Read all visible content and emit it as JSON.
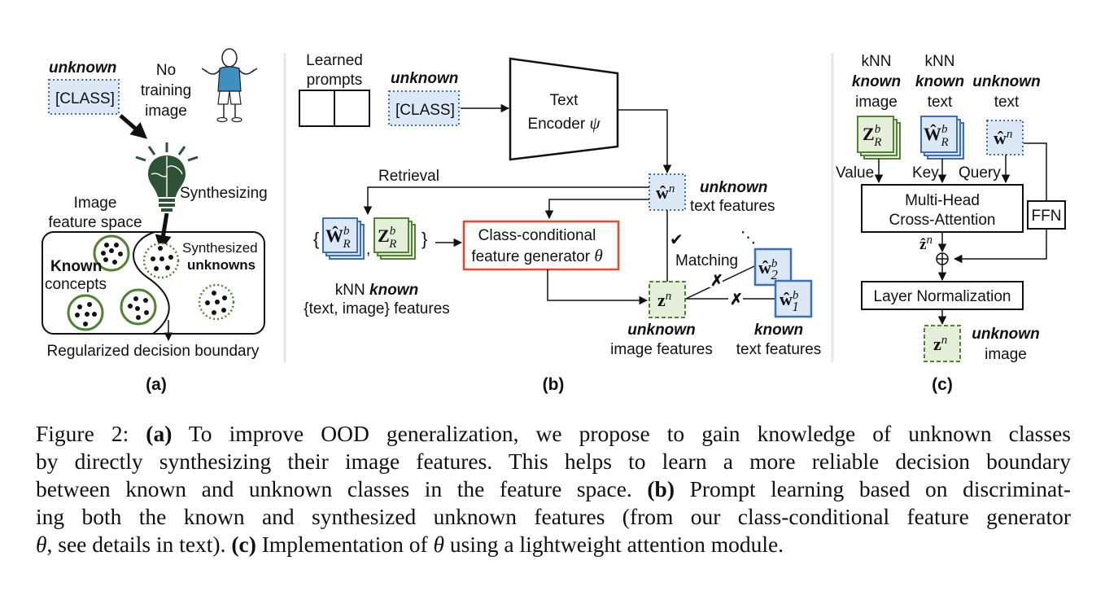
{
  "colors": {
    "blue_fill": "#dce8f6",
    "blue_stroke": "#3b6fb6",
    "green_fill": "#e4efda",
    "green_stroke": "#538135",
    "red_stroke": "#e8472a",
    "bulb_green": "#2e5236",
    "separator": "#e6e6e6"
  },
  "panel_a": {
    "unknown_label": "unknown",
    "class_token": "[CLASS]",
    "no_training_image": [
      "No",
      "training",
      "image"
    ],
    "synthesizing": "Synthesizing",
    "image_feature_space": [
      "Image",
      "feature space"
    ],
    "known_bold": "Known",
    "concepts": "concepts",
    "synthesized": "Synthesized",
    "unknowns_bold": "unknowns",
    "boundary_label": "Regularized decision boundary",
    "panel_label": "(a)"
  },
  "panel_b": {
    "learned_prompts": [
      "Learned",
      "prompts"
    ],
    "unknown_label": "unknown",
    "class_token": "[CLASS]",
    "text_encoder": [
      "Text",
      "Encoder"
    ],
    "text_encoder_symbol": "ψ",
    "retrieval": "Retrieval",
    "w_hat_n": "ŵ",
    "n_sup": "n",
    "unknown_text_feat": [
      "unknown",
      "text features"
    ],
    "brace_open": "{",
    "brace_close": "}",
    "comma": ",",
    "W_hat": "Ŵ",
    "Z": "Z",
    "b_sup": "b",
    "R_sub": "R",
    "knn_known": [
      "kNN",
      "known"
    ],
    "knn_known_sub": "{text, image} features",
    "generator": [
      "Class-conditional",
      "feature generator"
    ],
    "theta": "θ",
    "check": "✔",
    "matching": "Matching",
    "dots": "⋱",
    "cross": "✗",
    "z_n": "z",
    "w2": "ŵ",
    "w2_sub": "2",
    "w1": "ŵ",
    "w1_sub": "1",
    "unknown_img_feat": [
      "unknown",
      "image features"
    ],
    "known_text_feat": [
      "known",
      "text features"
    ],
    "panel_label": "(b)"
  },
  "panel_c": {
    "col1": [
      "kNN",
      "known",
      "image"
    ],
    "col2": [
      "kNN",
      "known",
      "text"
    ],
    "col3": [
      "unknown",
      "text"
    ],
    "Z": "Z",
    "W_hat": "Ŵ",
    "w_hat": "ŵ",
    "b_sup": "b",
    "R_sub": "R",
    "n_sup": "n",
    "value": "Value",
    "key": "Key",
    "query": "Query",
    "mhca": [
      "Multi-Head",
      "Cross-Attention"
    ],
    "ffn": "FFN",
    "z_hat": "ẑ",
    "layer_norm": "Layer Normalization",
    "z_n": "z",
    "unknown_image": [
      "unknown",
      "image"
    ],
    "panel_label": "(c)"
  },
  "caption": {
    "lines": [
      [
        {
          "t": "Figure 2: "
        },
        {
          "t": "(a)",
          "b": true
        },
        {
          "t": " To improve OOD generalization, we propose to gain knowledge of unknown classes"
        }
      ],
      [
        {
          "t": "by directly synthesizing their image features. This helps to learn a more reliable decision boundary"
        }
      ],
      [
        {
          "t": "between known and unknown classes in the feature space. "
        },
        {
          "t": "(b)",
          "b": true
        },
        {
          "t": " Prompt learning based on discriminat-"
        }
      ],
      [
        {
          "t": "ing both the known and synthesized unknown features (from our class-conditional feature generator"
        }
      ],
      [
        {
          "t": "θ",
          "i": true
        },
        {
          "t": ", see details in text). "
        },
        {
          "t": "(c)",
          "b": true
        },
        {
          "t": " Implementation of "
        },
        {
          "t": "θ",
          "i": true
        },
        {
          "t": " using a lightweight attention module."
        }
      ]
    ]
  }
}
